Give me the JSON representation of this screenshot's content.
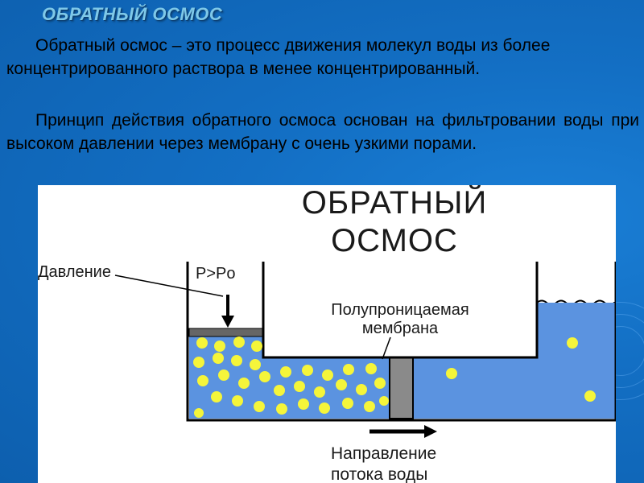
{
  "slide": {
    "title": "ОБРАТНЫЙ ОСМОС",
    "paragraphs": [
      "Обратный осмос – это процесс движения молекул воды из более концентрированного раствора в менее концентрированный.",
      "Принцип действия обратного осмоса основан на фильтровании воды при высоком давлении через мембрану с очень узкими порами."
    ]
  },
  "diagram": {
    "title_line1": "ОБРАТНЫЙ",
    "title_line2": "ОСМОС",
    "pressure_label": "Давление",
    "pressure_formula": "P>Po",
    "membrane_line1": "Полупроницаемая",
    "membrane_line2": "мембрана",
    "flow_line1": "Направление",
    "flow_line2": "потока воды"
  },
  "colors": {
    "background": "#136fc4",
    "title": "#7ec8e8",
    "water": "#5b93e0",
    "particle": "#f5f53a",
    "piston": "#666666",
    "membrane": "#8a8a8a"
  }
}
